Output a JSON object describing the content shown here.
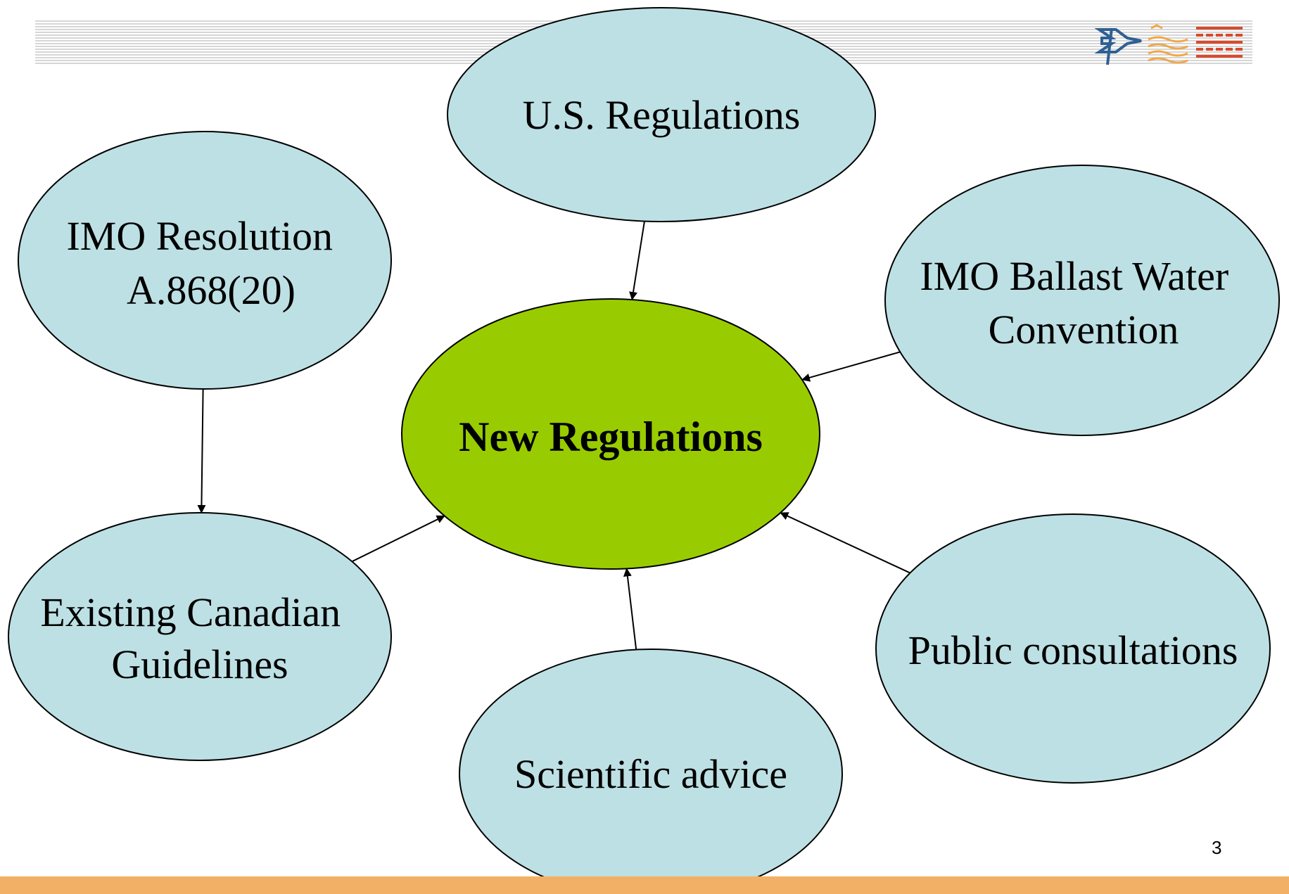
{
  "colors": {
    "node_fill": "#bde0e4",
    "center_fill": "#99cc00",
    "footer": "#f2b066",
    "header_stripe": "#c8c8c8",
    "logo_blue": "#2f5f93",
    "logo_orange": "#f0a848",
    "logo_red": "#d84a2c"
  },
  "header": {
    "logo": "transport-logo-icon"
  },
  "nodes": {
    "center": {
      "lines": [
        "New Regulations"
      ]
    },
    "us_regulations": {
      "lines": [
        "U.S. Regulations"
      ]
    },
    "imo_resolution": {
      "lines": [
        "IMO Resolution",
        "A.868(20)"
      ]
    },
    "imo_convention": {
      "lines": [
        "IMO Ballast Water",
        "Convention"
      ]
    },
    "canadian_guidelines": {
      "lines": [
        "Existing Canadian",
        "Guidelines"
      ]
    },
    "public_consultations": {
      "lines": [
        "Public consultations"
      ]
    },
    "scientific_advice": {
      "lines": [
        "Scientific advice"
      ]
    }
  },
  "edges": [
    {
      "from": "us_regulations",
      "to": "center"
    },
    {
      "from": "imo_convention",
      "to": "center"
    },
    {
      "from": "imo_resolution",
      "to": "canadian_guidelines"
    },
    {
      "from": "canadian_guidelines",
      "to": "center"
    },
    {
      "from": "public_consultations",
      "to": "center"
    },
    {
      "from": "scientific_advice",
      "to": "center"
    }
  ],
  "page_number": "3"
}
